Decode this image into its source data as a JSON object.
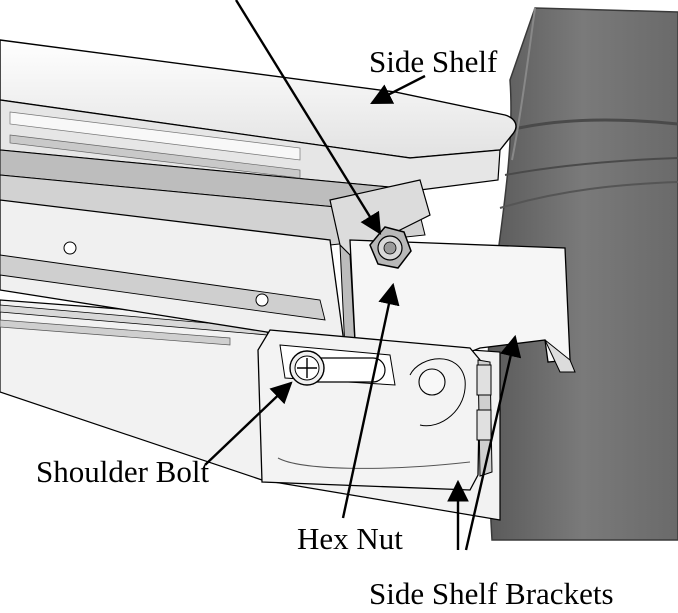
{
  "callouts": {
    "side_shelf": "Side Shelf",
    "shoulder_bolt": "Shoulder Bolt",
    "hex_nut": "Hex Nut",
    "side_shelf_brackets": "Side Shelf Brackets"
  },
  "colors": {
    "background": "#ffffff",
    "line": "#000000",
    "part_light": "#f4f4f4",
    "part_mid": "#dcdcdc",
    "part_dark": "#8e8e8e",
    "grill_body": "#6a6a6a"
  }
}
